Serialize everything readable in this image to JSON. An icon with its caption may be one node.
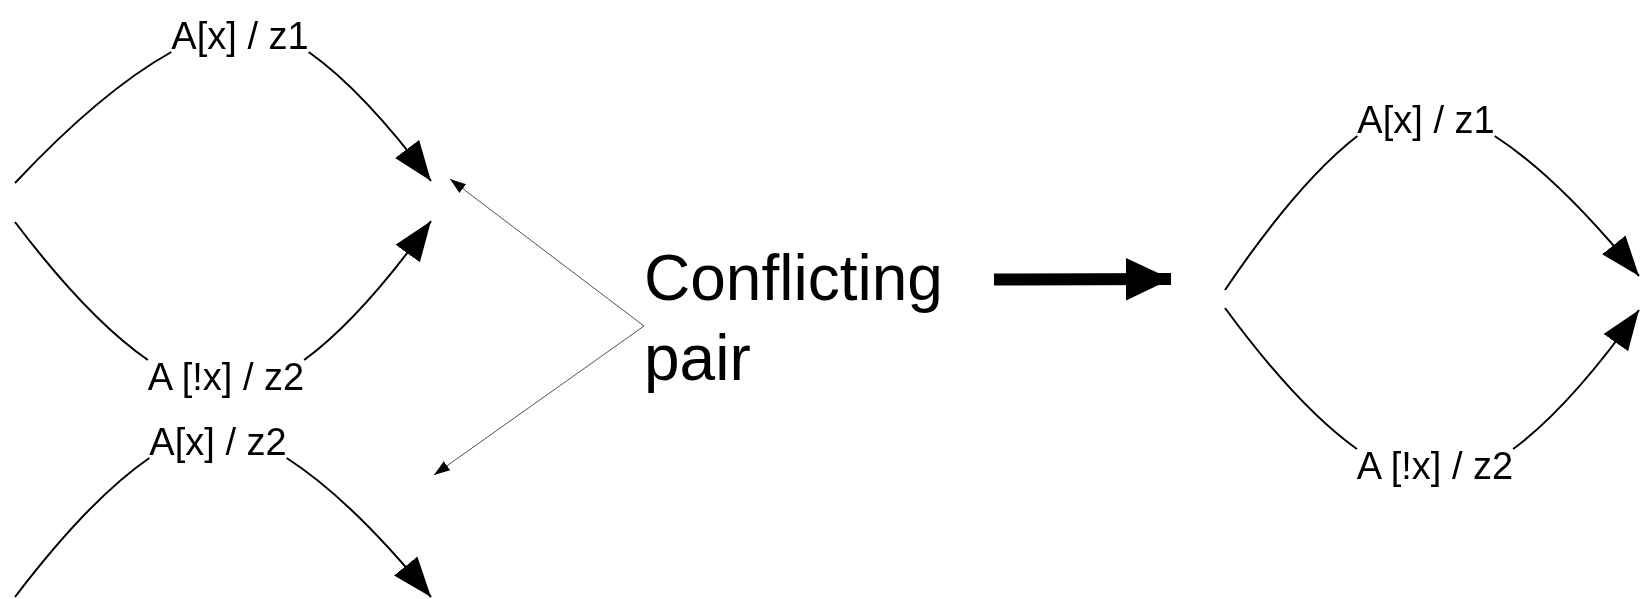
{
  "diagram": {
    "nodes": [
      {
        "text": [
          "A[x] / z1"
        ]
      },
      {
        "text": [
          "A [!x] / z2"
        ]
      },
      {
        "text": [
          "A[x] / z2"
        ]
      },
      {
        "text": [
          "Conflicting pair"
        ]
      },
      {
        "text": [
          "A[x] / z1"
        ]
      },
      {
        "text": [
          "A [!x] / z2"
        ]
      }
    ],
    "edges": [
      {
        "from": null,
        "to": 0,
        "arrow": "none"
      },
      {
        "from": 0,
        "to": null,
        "arrow": "to"
      },
      {
        "from": null,
        "to": 1,
        "arrow": "none"
      },
      {
        "from": 1,
        "to": null,
        "arrow": "to"
      },
      {
        "from": null,
        "to": 2,
        "arrow": "none"
      },
      {
        "from": 2,
        "to": null,
        "arrow": "to"
      },
      {
        "from": 3,
        "to": null,
        "arrow": "to"
      },
      {
        "from": 3,
        "to": null,
        "arrow": "to"
      },
      {
        "from": 3,
        "to": null,
        "arrow": "to",
        "style": "thick"
      },
      {
        "from": null,
        "to": 4,
        "arrow": "none"
      },
      {
        "from": 4,
        "to": null,
        "arrow": "to"
      },
      {
        "from": null,
        "to": 5,
        "arrow": "none"
      },
      {
        "from": 5,
        "to": null,
        "arrow": "to"
      }
    ]
  }
}
